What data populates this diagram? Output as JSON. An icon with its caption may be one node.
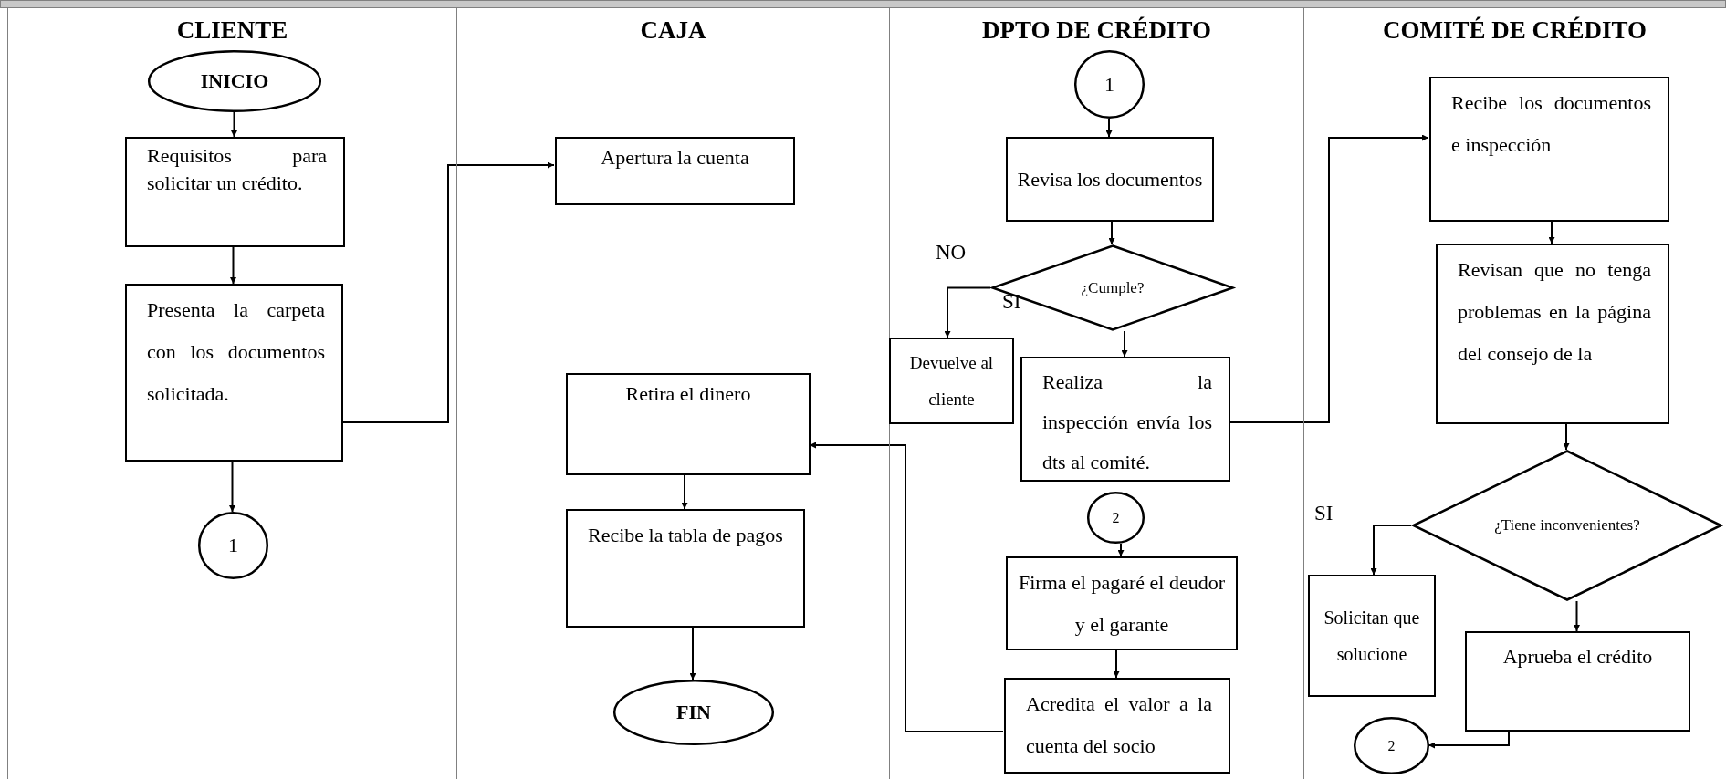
{
  "diagram": {
    "nodes": [
      {
        "text": [
          "CLIENTE"
        ]
      },
      {
        "text": [
          "CAJA"
        ]
      },
      {
        "text": [
          "DPTO DE CRÉDITO"
        ]
      },
      {
        "text": [
          "COMITÉ DE CRÉDITO"
        ]
      },
      {
        "text": [
          "INICIO"
        ],
        "in": 0
      },
      {
        "text": [
          "Requisitos para solicitar un crédito."
        ],
        "in": 0
      },
      {
        "text": [
          "Presenta la carpeta con los documentos solicitada."
        ],
        "in": 0
      },
      {
        "text": [
          "1"
        ],
        "in": 0
      },
      {
        "text": [
          "Apertura la cuenta"
        ],
        "in": 1
      },
      {
        "text": [
          "Retira el dinero"
        ],
        "in": 1
      },
      {
        "text": [
          "Recibe la tabla de pagos"
        ],
        "in": 1
      },
      {
        "text": [
          "FIN"
        ],
        "in": 1
      },
      {
        "text": [
          "1"
        ],
        "in": 2
      },
      {
        "text": [
          "Revisa los documentos"
        ],
        "in": 2
      },
      {
        "text": [
          "¿Cumple?"
        ],
        "in": 2
      },
      {
        "text": [
          "Devuelve al cliente"
        ],
        "in": 2
      },
      {
        "text": [
          "Realiza la inspección envía los dts al comité."
        ],
        "in": 2
      },
      {
        "text": [
          "2"
        ],
        "in": 2
      },
      {
        "text": [
          "Firma el pagaré el deudor y el garante"
        ],
        "in": 2
      },
      {
        "text": [
          "Acredita el valor a la cuenta del socio"
        ],
        "in": 2
      },
      {
        "text": [
          "Recibe los documentos e inspección"
        ],
        "in": 3
      },
      {
        "text": [
          "Revisan que no tenga problemas en la página del consejo de la"
        ],
        "in": 3
      },
      {
        "text": [
          "¿Tiene inconvenientes?"
        ],
        "in": 3
      },
      {
        "text": [
          "Solicitan que solucione"
        ],
        "in": 3
      },
      {
        "text": [
          "Aprueba el crédito"
        ],
        "in": 3
      },
      {
        "text": [
          "2"
        ],
        "in": 3
      }
    ],
    "edges": [
      {
        "from": 4,
        "to": 5,
        "arrow": "to"
      },
      {
        "from": 5,
        "to": 6,
        "arrow": "to"
      },
      {
        "from": 6,
        "to": 7,
        "arrow": "to"
      },
      {
        "from": 6,
        "to": 8,
        "arrow": "to"
      },
      {
        "from": 12,
        "to": 13,
        "arrow": "to"
      },
      {
        "from": 13,
        "to": 14,
        "arrow": "to"
      },
      {
        "from": 14,
        "to": 15,
        "arrow": "to"
      },
      {
        "from": 14,
        "to": 16,
        "arrow": "to"
      },
      {
        "from": 16,
        "to": 20,
        "arrow": "to"
      },
      {
        "from": 20,
        "to": 21,
        "arrow": "to"
      },
      {
        "from": 21,
        "to": 22,
        "arrow": "to"
      },
      {
        "from": 22,
        "to": 23,
        "arrow": "to"
      },
      {
        "from": 22,
        "to": 24,
        "arrow": "to"
      },
      {
        "from": 24,
        "to": 25,
        "arrow": "to"
      },
      {
        "from": 17,
        "to": 18,
        "arrow": "to"
      },
      {
        "from": 18,
        "to": 19,
        "arrow": "to"
      },
      {
        "from": 19,
        "to": 9,
        "arrow": "to"
      },
      {
        "from": 9,
        "to": 10,
        "arrow": "to"
      },
      {
        "from": 10,
        "to": 11,
        "arrow": "to"
      }
    ],
    "labels": [
      "NO",
      "SI",
      "SI"
    ]
  }
}
